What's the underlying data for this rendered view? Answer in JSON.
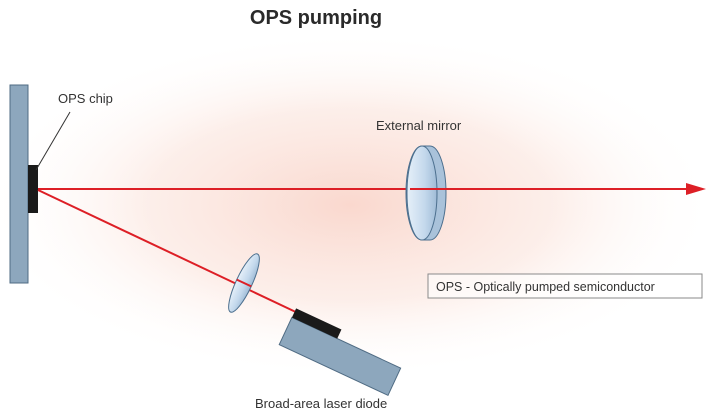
{
  "diagram": {
    "title": "OPS pumping",
    "labels": {
      "ops_chip": "OPS chip",
      "external_mirror": "External mirror",
      "laser_diode": "Broad-area laser diode"
    },
    "legend": "OPS - Optically pumped semiconductor"
  },
  "colors": {
    "beam": "#dd1f26",
    "plate_fill": "#8da7bd",
    "plate_stroke": "#4f6b83",
    "chip": "#1a1a1a",
    "lens_fill": "#cfe1f1",
    "lens_stroke": "#4c6f8e",
    "glow": "#f5b8a6",
    "legend_border": "#8a8a8a"
  },
  "icons": {
    "beam_end": "arrowhead-icon"
  }
}
